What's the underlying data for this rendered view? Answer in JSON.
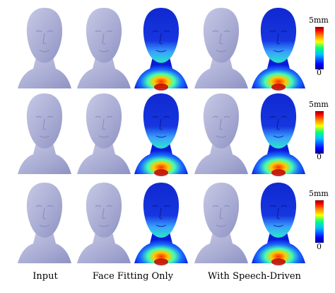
{
  "column_labels": {
    "input": "Input",
    "face_fitting": "Face Fitting Only",
    "speech_driven": "With Speech-Driven"
  },
  "scale": {
    "max": "5mm",
    "min": "0"
  },
  "rows": [
    {
      "cells": [
        "gray",
        "gray",
        "heatmap",
        "gray",
        "heatmap"
      ]
    },
    {
      "cells": [
        "gray",
        "gray",
        "heatmap",
        "gray",
        "heatmap"
      ]
    },
    {
      "cells": [
        "gray",
        "gray",
        "heatmap",
        "gray",
        "heatmap"
      ]
    }
  ],
  "colors": {
    "head_gray": "#a9acd3",
    "heat_low": "#0a1ad8",
    "heat_high": "#d81010"
  }
}
